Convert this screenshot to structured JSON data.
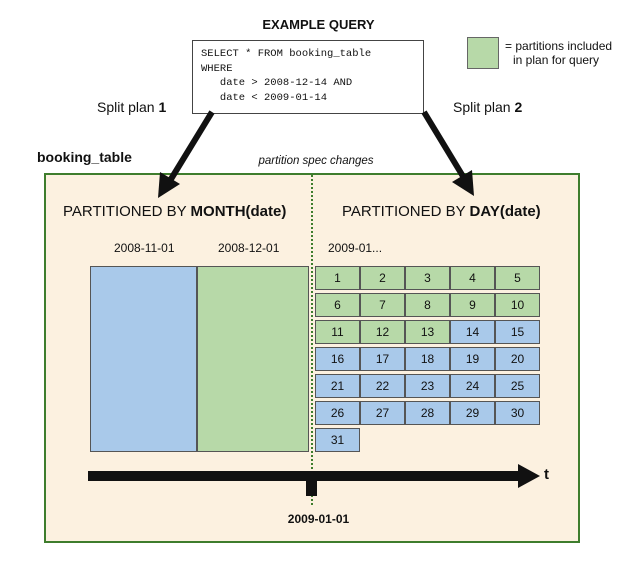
{
  "query": {
    "title": "EXAMPLE QUERY",
    "lines": [
      "SELECT * FROM booking_table",
      "WHERE",
      "   date > 2008-12-14 AND",
      "   date < 2009-01-14"
    ]
  },
  "legend": {
    "color": "#b7d9a8",
    "text_line1": "= partitions included",
    "text_line2": "in plan for query"
  },
  "split_plans": [
    {
      "prefix": "Split plan ",
      "number": "1"
    },
    {
      "prefix": "Split plan ",
      "number": "2"
    }
  ],
  "table_name": "booking_table",
  "spec_change_label": "partition spec changes",
  "left_partition": {
    "title_prefix": "PARTITIONED BY ",
    "title_bold": "MONTH(date)",
    "months": [
      {
        "label": "2008-11-01",
        "included": false
      },
      {
        "label": "2008-12-01",
        "included": true
      }
    ]
  },
  "right_partition": {
    "title_prefix": "PARTITIONED BY ",
    "title_bold": "DAY(date)",
    "month_label": "2009-01...",
    "days": [
      {
        "d": "1",
        "inc": true
      },
      {
        "d": "2",
        "inc": true
      },
      {
        "d": "3",
        "inc": true
      },
      {
        "d": "4",
        "inc": true
      },
      {
        "d": "5",
        "inc": true
      },
      {
        "d": "6",
        "inc": true
      },
      {
        "d": "7",
        "inc": true
      },
      {
        "d": "8",
        "inc": true
      },
      {
        "d": "9",
        "inc": true
      },
      {
        "d": "10",
        "inc": true
      },
      {
        "d": "11",
        "inc": true
      },
      {
        "d": "12",
        "inc": true
      },
      {
        "d": "13",
        "inc": true
      },
      {
        "d": "14",
        "inc": false
      },
      {
        "d": "15",
        "inc": false
      },
      {
        "d": "16",
        "inc": false
      },
      {
        "d": "17",
        "inc": false
      },
      {
        "d": "18",
        "inc": false
      },
      {
        "d": "19",
        "inc": false
      },
      {
        "d": "20",
        "inc": false
      },
      {
        "d": "21",
        "inc": false
      },
      {
        "d": "22",
        "inc": false
      },
      {
        "d": "23",
        "inc": false
      },
      {
        "d": "24",
        "inc": false
      },
      {
        "d": "25",
        "inc": false
      },
      {
        "d": "26",
        "inc": false
      },
      {
        "d": "27",
        "inc": false
      },
      {
        "d": "28",
        "inc": false
      },
      {
        "d": "29",
        "inc": false
      },
      {
        "d": "30",
        "inc": false
      },
      {
        "d": "31",
        "inc": false
      }
    ]
  },
  "timeline": {
    "axis_label": "t",
    "marker_label": "2009-01-01"
  },
  "colors": {
    "included": "#b7d9a8",
    "excluded": "#a9c9ea",
    "frame": "#3e7d2d",
    "background": "#fcf1e0"
  }
}
